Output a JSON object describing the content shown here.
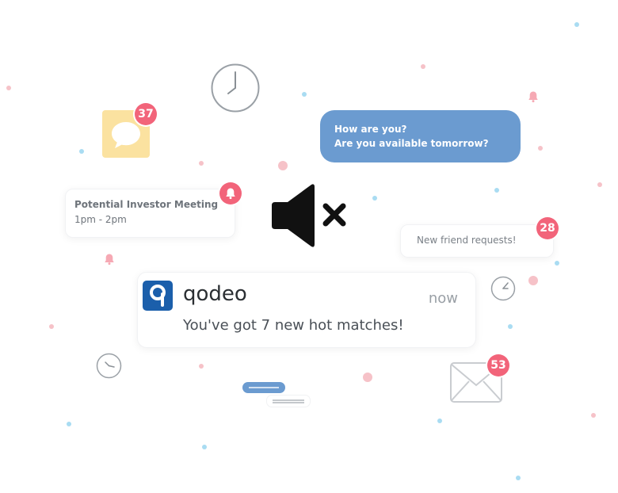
{
  "chat_icon": {
    "icon": "speech-bubble-icon",
    "badge": "37",
    "color": "#fbe2a0"
  },
  "chat_bubble": {
    "line1": "How are you?",
    "line2": "Are you available tomorrow?",
    "color": "#6b9bd0"
  },
  "meeting_card": {
    "title": "Potential Investor Meeting",
    "time": "1pm - 2pm",
    "icon": "bell-icon"
  },
  "friend_card": {
    "text": "New friend requests!",
    "badge": "28"
  },
  "mute_icon": {
    "icon": "speaker-muted-icon"
  },
  "notification": {
    "app_name": "qodeo",
    "time": "now",
    "message": "You've got 7 new hot matches!",
    "logo_color": "#1b5fab"
  },
  "mail_icon": {
    "icon": "envelope-icon",
    "badge": "53"
  },
  "accent": {
    "badge": "#f2647a",
    "dot_blue": "#a9dcf2",
    "dot_pink": "#f6c2c8"
  }
}
